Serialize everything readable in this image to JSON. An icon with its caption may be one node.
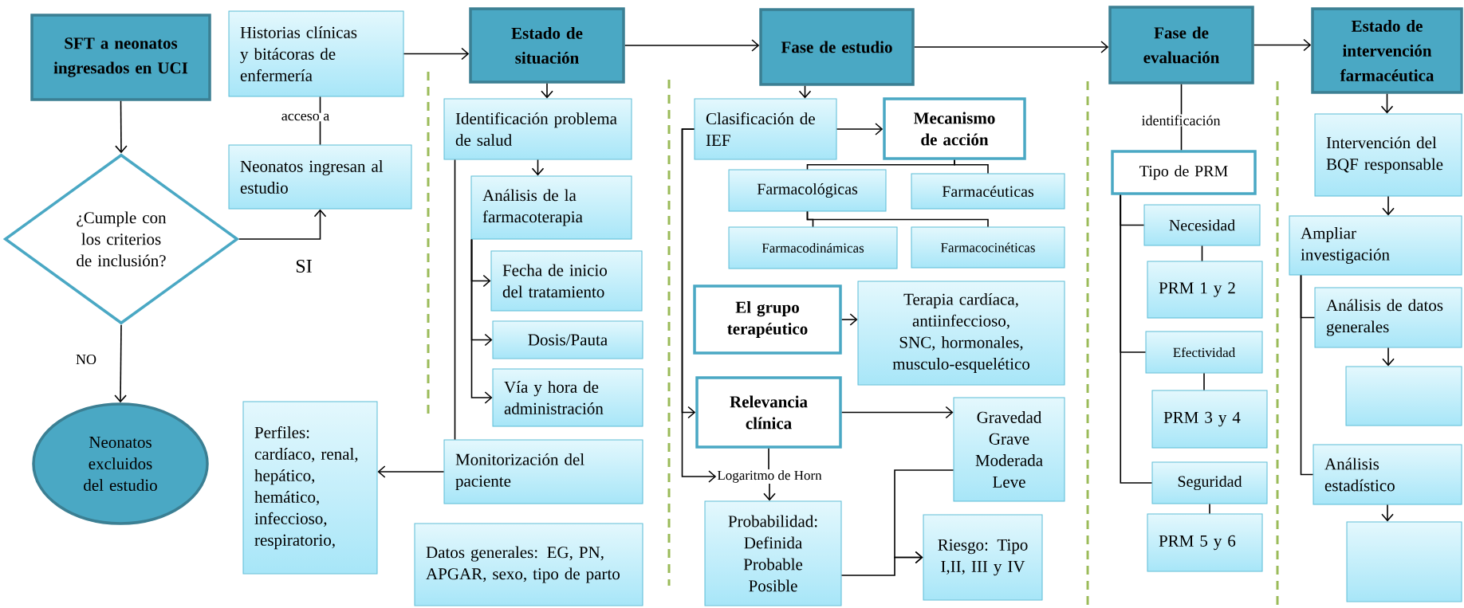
{
  "diagram": {
    "nodes": [
      {
        "text": [
          "SFT a neonatos ingresados en UCI"
        ]
      },
      {
        "text": [
          "Historias clínicas y bitácoras de enfermería"
        ]
      },
      {
        "text": [
          "¿Cumple con los criterios de inclusión?"
        ]
      },
      {
        "text": [
          "Neonatos ingresan al estudio"
        ]
      },
      {
        "text": [
          "Neonatos excluidos del estudio"
        ]
      },
      {
        "text": [
          "Perfiles: cardíaco, renal, hepático, hemático, infeccioso, respiratorio,"
        ]
      },
      {
        "text": [
          "Estado de situación"
        ]
      },
      {
        "text": [
          "Identificación problema de salud"
        ]
      },
      {
        "text": [
          "Análisis de la farmacoterapia"
        ]
      },
      {
        "text": [
          "Fecha de inicio del tratamiento"
        ]
      },
      {
        "text": [
          "Dosis/Pauta"
        ]
      },
      {
        "text": [
          "Vía y hora de administración"
        ]
      },
      {
        "text": [
          "Monitorización del paciente"
        ]
      },
      {
        "text": [
          "Datos generales: EG, PN, APGAR, sexo, tipo de parto"
        ]
      },
      {
        "text": [
          "Fase de estudio"
        ]
      },
      {
        "text": [
          "Clasificación de IEF"
        ]
      },
      {
        "text": [
          "Mecanismo de acción"
        ]
      },
      {
        "text": [
          "Farmacológicas"
        ]
      },
      {
        "text": [
          "Farmacéuticas"
        ]
      },
      {
        "text": [
          "Farmacodinámicas"
        ]
      },
      {
        "text": [
          "Farmacocinéticas"
        ]
      },
      {
        "text": [
          "El grupo terapéutico"
        ]
      },
      {
        "text": [
          "Terapia cardíaca, antiinfeccioso, SNC, hormonales, musculo-esquelético"
        ]
      },
      {
        "text": [
          "Relevancia clínica"
        ]
      },
      {
        "text": [
          "Gravedad Grave Moderada Leve"
        ]
      },
      {
        "text": [
          "Probabilidad: Definida Probable Posible"
        ]
      },
      {
        "text": [
          "Riesgo: Tipo I,II, III y IV"
        ]
      },
      {
        "text": [
          "Fase de evaluación"
        ]
      },
      {
        "text": [
          "Tipo de PRM"
        ]
      },
      {
        "text": [
          "Necesidad"
        ]
      },
      {
        "text": [
          "PRM 1 y 2"
        ]
      },
      {
        "text": [
          "Efectividad"
        ]
      },
      {
        "text": [
          "PRM 3 y 4"
        ]
      },
      {
        "text": [
          "Seguridad"
        ]
      },
      {
        "text": [
          "PRM 5 y 6"
        ]
      },
      {
        "text": [
          "Estado de intervención farmacéutica"
        ]
      },
      {
        "text": [
          "Intervención del BQF responsable"
        ]
      },
      {
        "text": [
          "Ampliar investigación"
        ]
      },
      {
        "text": [
          "Análisis de datos generales"
        ]
      },
      {
        "text": [],
        "shape": "box"
      },
      {
        "text": [
          "Análisis estadístico"
        ]
      },
      {
        "text": [],
        "shape": "box"
      },
      {
        "text": [
          "Logaritmo de Horn"
        ]
      }
    ],
    "edges": [
      {
        "from": 0,
        "to": 2,
        "arrow": "to"
      },
      {
        "from": 2,
        "to": 3,
        "arrow": "to",
        "label": "SI"
      },
      {
        "from": 2,
        "to": 4,
        "arrow": "to",
        "label": "NO"
      },
      {
        "from": 3,
        "to": 1,
        "arrow": "none",
        "label": "acceso a"
      },
      {
        "from": 1,
        "to": 6,
        "arrow": "to"
      },
      {
        "from": 6,
        "to": 14,
        "arrow": "to"
      },
      {
        "from": 14,
        "to": 27,
        "arrow": "to"
      },
      {
        "from": 27,
        "to": 35,
        "arrow": "to"
      },
      {
        "from": 6,
        "to": 7,
        "arrow": "to"
      },
      {
        "from": 7,
        "to": 8,
        "arrow": "to"
      },
      {
        "from": 7,
        "to": 12,
        "arrow": "none"
      },
      {
        "from": 8,
        "to": 9,
        "arrow": "to"
      },
      {
        "from": 8,
        "to": 10,
        "arrow": "to"
      },
      {
        "from": 8,
        "to": 11,
        "arrow": "to"
      },
      {
        "from": 12,
        "to": 5,
        "arrow": "to"
      },
      {
        "from": 14,
        "to": 15,
        "arrow": "to"
      },
      {
        "from": 15,
        "to": 16,
        "arrow": "to"
      },
      {
        "from": 16,
        "to": 17,
        "arrow": "none"
      },
      {
        "from": 16,
        "to": 18,
        "arrow": "none"
      },
      {
        "from": 17,
        "to": 19,
        "arrow": "none"
      },
      {
        "from": 17,
        "to": 20,
        "arrow": "none"
      },
      {
        "from": 21,
        "to": 22,
        "arrow": "to"
      },
      {
        "from": 15,
        "to": 23,
        "arrow": "to"
      },
      {
        "from": 15,
        "to": 42,
        "arrow": "to"
      },
      {
        "from": 23,
        "to": 42,
        "arrow": "none"
      },
      {
        "from": 42,
        "to": 25,
        "arrow": "to"
      },
      {
        "from": 23,
        "to": 24,
        "arrow": "to"
      },
      {
        "from": 24,
        "to": 26,
        "arrow": "to"
      },
      {
        "from": 25,
        "to": 26,
        "arrow": "to"
      },
      {
        "from": 27,
        "to": 28,
        "arrow": "none",
        "label": "identificación"
      },
      {
        "from": 28,
        "to": 29,
        "arrow": "none"
      },
      {
        "from": 28,
        "to": 31,
        "arrow": "none"
      },
      {
        "from": 28,
        "to": 33,
        "arrow": "none"
      },
      {
        "from": 29,
        "to": 30,
        "arrow": "none"
      },
      {
        "from": 31,
        "to": 32,
        "arrow": "none"
      },
      {
        "from": 33,
        "to": 34,
        "arrow": "none"
      },
      {
        "from": 35,
        "to": 36,
        "arrow": "to"
      },
      {
        "from": 36,
        "to": 37,
        "arrow": "to"
      },
      {
        "from": 37,
        "to": 38,
        "arrow": "none"
      },
      {
        "from": 37,
        "to": 40,
        "arrow": "none"
      },
      {
        "from": 38,
        "to": 39,
        "arrow": "to"
      },
      {
        "from": 40,
        "to": 41,
        "arrow": "to"
      }
    ]
  }
}
